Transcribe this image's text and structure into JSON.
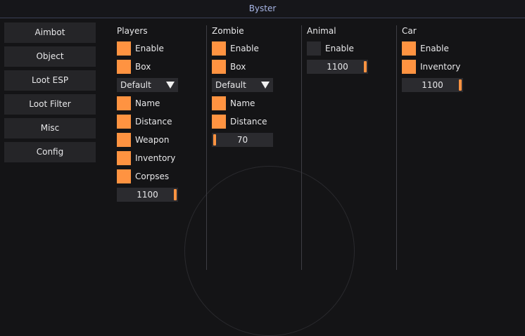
{
  "window": {
    "title": "Byster"
  },
  "nav": [
    "Aimbot",
    "Object",
    "Loot ESP",
    "Loot Filter",
    "Misc",
    "Config"
  ],
  "columns": {
    "players": {
      "title": "Players",
      "enable": "Enable",
      "box": "Box",
      "box_style": "Default",
      "name": "Name",
      "distance": "Distance",
      "weapon": "Weapon",
      "inventory": "Inventory",
      "corpses": "Corpses",
      "range": "1100",
      "range_fraction": 1.0
    },
    "zombie": {
      "title": "Zombie",
      "enable": "Enable",
      "box": "Box",
      "box_style": "Default",
      "name": "Name",
      "distance": "Distance",
      "range": "70",
      "range_fraction": 0.0
    },
    "animal": {
      "title": "Animal",
      "enable": "Enable",
      "enable_checked": false,
      "range": "1100",
      "range_fraction": 1.0
    },
    "car": {
      "title": "Car",
      "enable": "Enable",
      "inventory": "Inventory",
      "range": "1100",
      "range_fraction": 1.0
    }
  },
  "colors": {
    "accent": "#ff9341",
    "control_bg": "#2b2b2f",
    "title_text": "#a8b6e6"
  }
}
